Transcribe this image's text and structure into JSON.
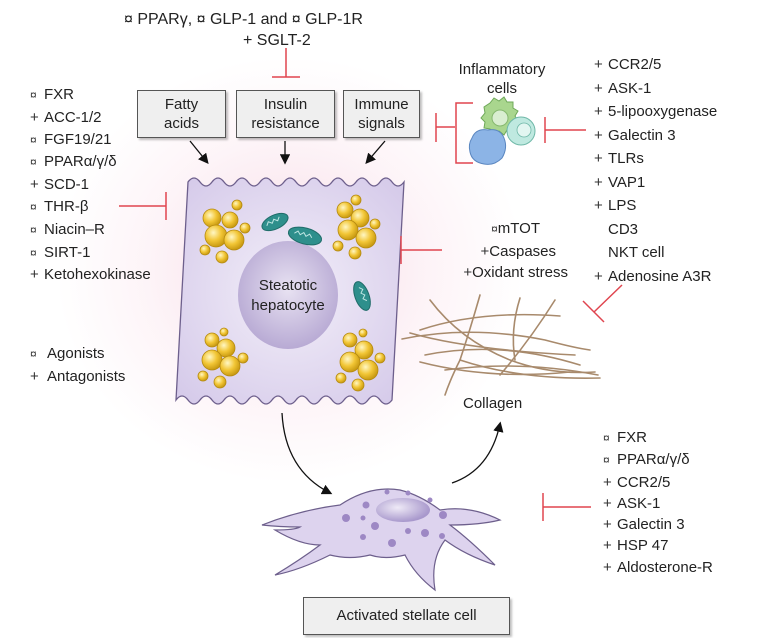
{
  "legend": {
    "items": [
      {
        "symbol": "¤",
        "label": "Agonists"
      },
      {
        "symbol": "+",
        "label": "Antagonists"
      }
    ]
  },
  "top_targets": {
    "line1": "¤ PPARγ, ¤ GLP-1 and ¤ GLP-1R",
    "line2": "+ SGLT-2"
  },
  "input_boxes": [
    {
      "line1": "Fatty",
      "line2": "acids"
    },
    {
      "line1": "Insulin",
      "line2": "resistance"
    },
    {
      "line1": "Immune",
      "line2": "signals"
    }
  ],
  "left_targets": [
    {
      "symbol": "¤",
      "label": "FXR"
    },
    {
      "symbol": "+",
      "label": "ACC-1/2"
    },
    {
      "symbol": "¤",
      "label": "FGF19/21"
    },
    {
      "symbol": "¤",
      "label": "PPARα/γ/δ"
    },
    {
      "symbol": "+",
      "label": "SCD-1"
    },
    {
      "symbol": "¤",
      "label": "THR-β"
    },
    {
      "symbol": "¤",
      "label": "Niacin–R"
    },
    {
      "symbol": "¤",
      "label": "SIRT-1"
    },
    {
      "symbol": "+",
      "label": "Ketohexokinase"
    }
  ],
  "inflammatory_cells": {
    "line1": "Inflammatory",
    "line2": "cells"
  },
  "right_targets": [
    {
      "symbol": "+",
      "label": "CCR2/5"
    },
    {
      "symbol": "+",
      "label": "ASK-1"
    },
    {
      "symbol": "+",
      "label": "5-lipooxygenase"
    },
    {
      "symbol": "+",
      "label": "Galectin 3"
    },
    {
      "symbol": "+",
      "label": "TLRs"
    },
    {
      "symbol": "+",
      "label": "VAP1"
    },
    {
      "symbol": "+",
      "label": "LPS"
    },
    {
      "symbol": "",
      "label": "CD3"
    },
    {
      "symbol": "",
      "label": "NKT cell"
    },
    {
      "symbol": "+",
      "label": "Adenosine A3R"
    }
  ],
  "hepatocyte": {
    "line1": "Steatotic",
    "line2": "hepatocyte"
  },
  "middle_targets": [
    {
      "symbol": "¤",
      "label": "mTOT"
    },
    {
      "symbol": "+",
      "label": "Caspases"
    },
    {
      "symbol": "+",
      "label": "Oxidant stress"
    }
  ],
  "collagen": {
    "label": "Collagen"
  },
  "stellate_targets": [
    {
      "symbol": "¤",
      "label": "FXR"
    },
    {
      "symbol": "¤",
      "label": "PPARα/γ/δ"
    },
    {
      "symbol": "+",
      "label": "CCR2/5"
    },
    {
      "symbol": "+",
      "label": "ASK-1"
    },
    {
      "symbol": "+",
      "label": "Galectin 3"
    },
    {
      "symbol": "+",
      "label": "HSP 47"
    },
    {
      "symbol": "+",
      "label": "Aldosterone-R"
    }
  ],
  "stellate_cell": {
    "label": "Activated stellate cell"
  },
  "colors": {
    "inhibit": "#e0454f",
    "cell_fill": "#ddd3ee",
    "cell_stroke": "#7a6a9a",
    "lipid": "#f2c636",
    "mitochondria": "#2e8f8c",
    "collagen": "#a88a6c"
  }
}
